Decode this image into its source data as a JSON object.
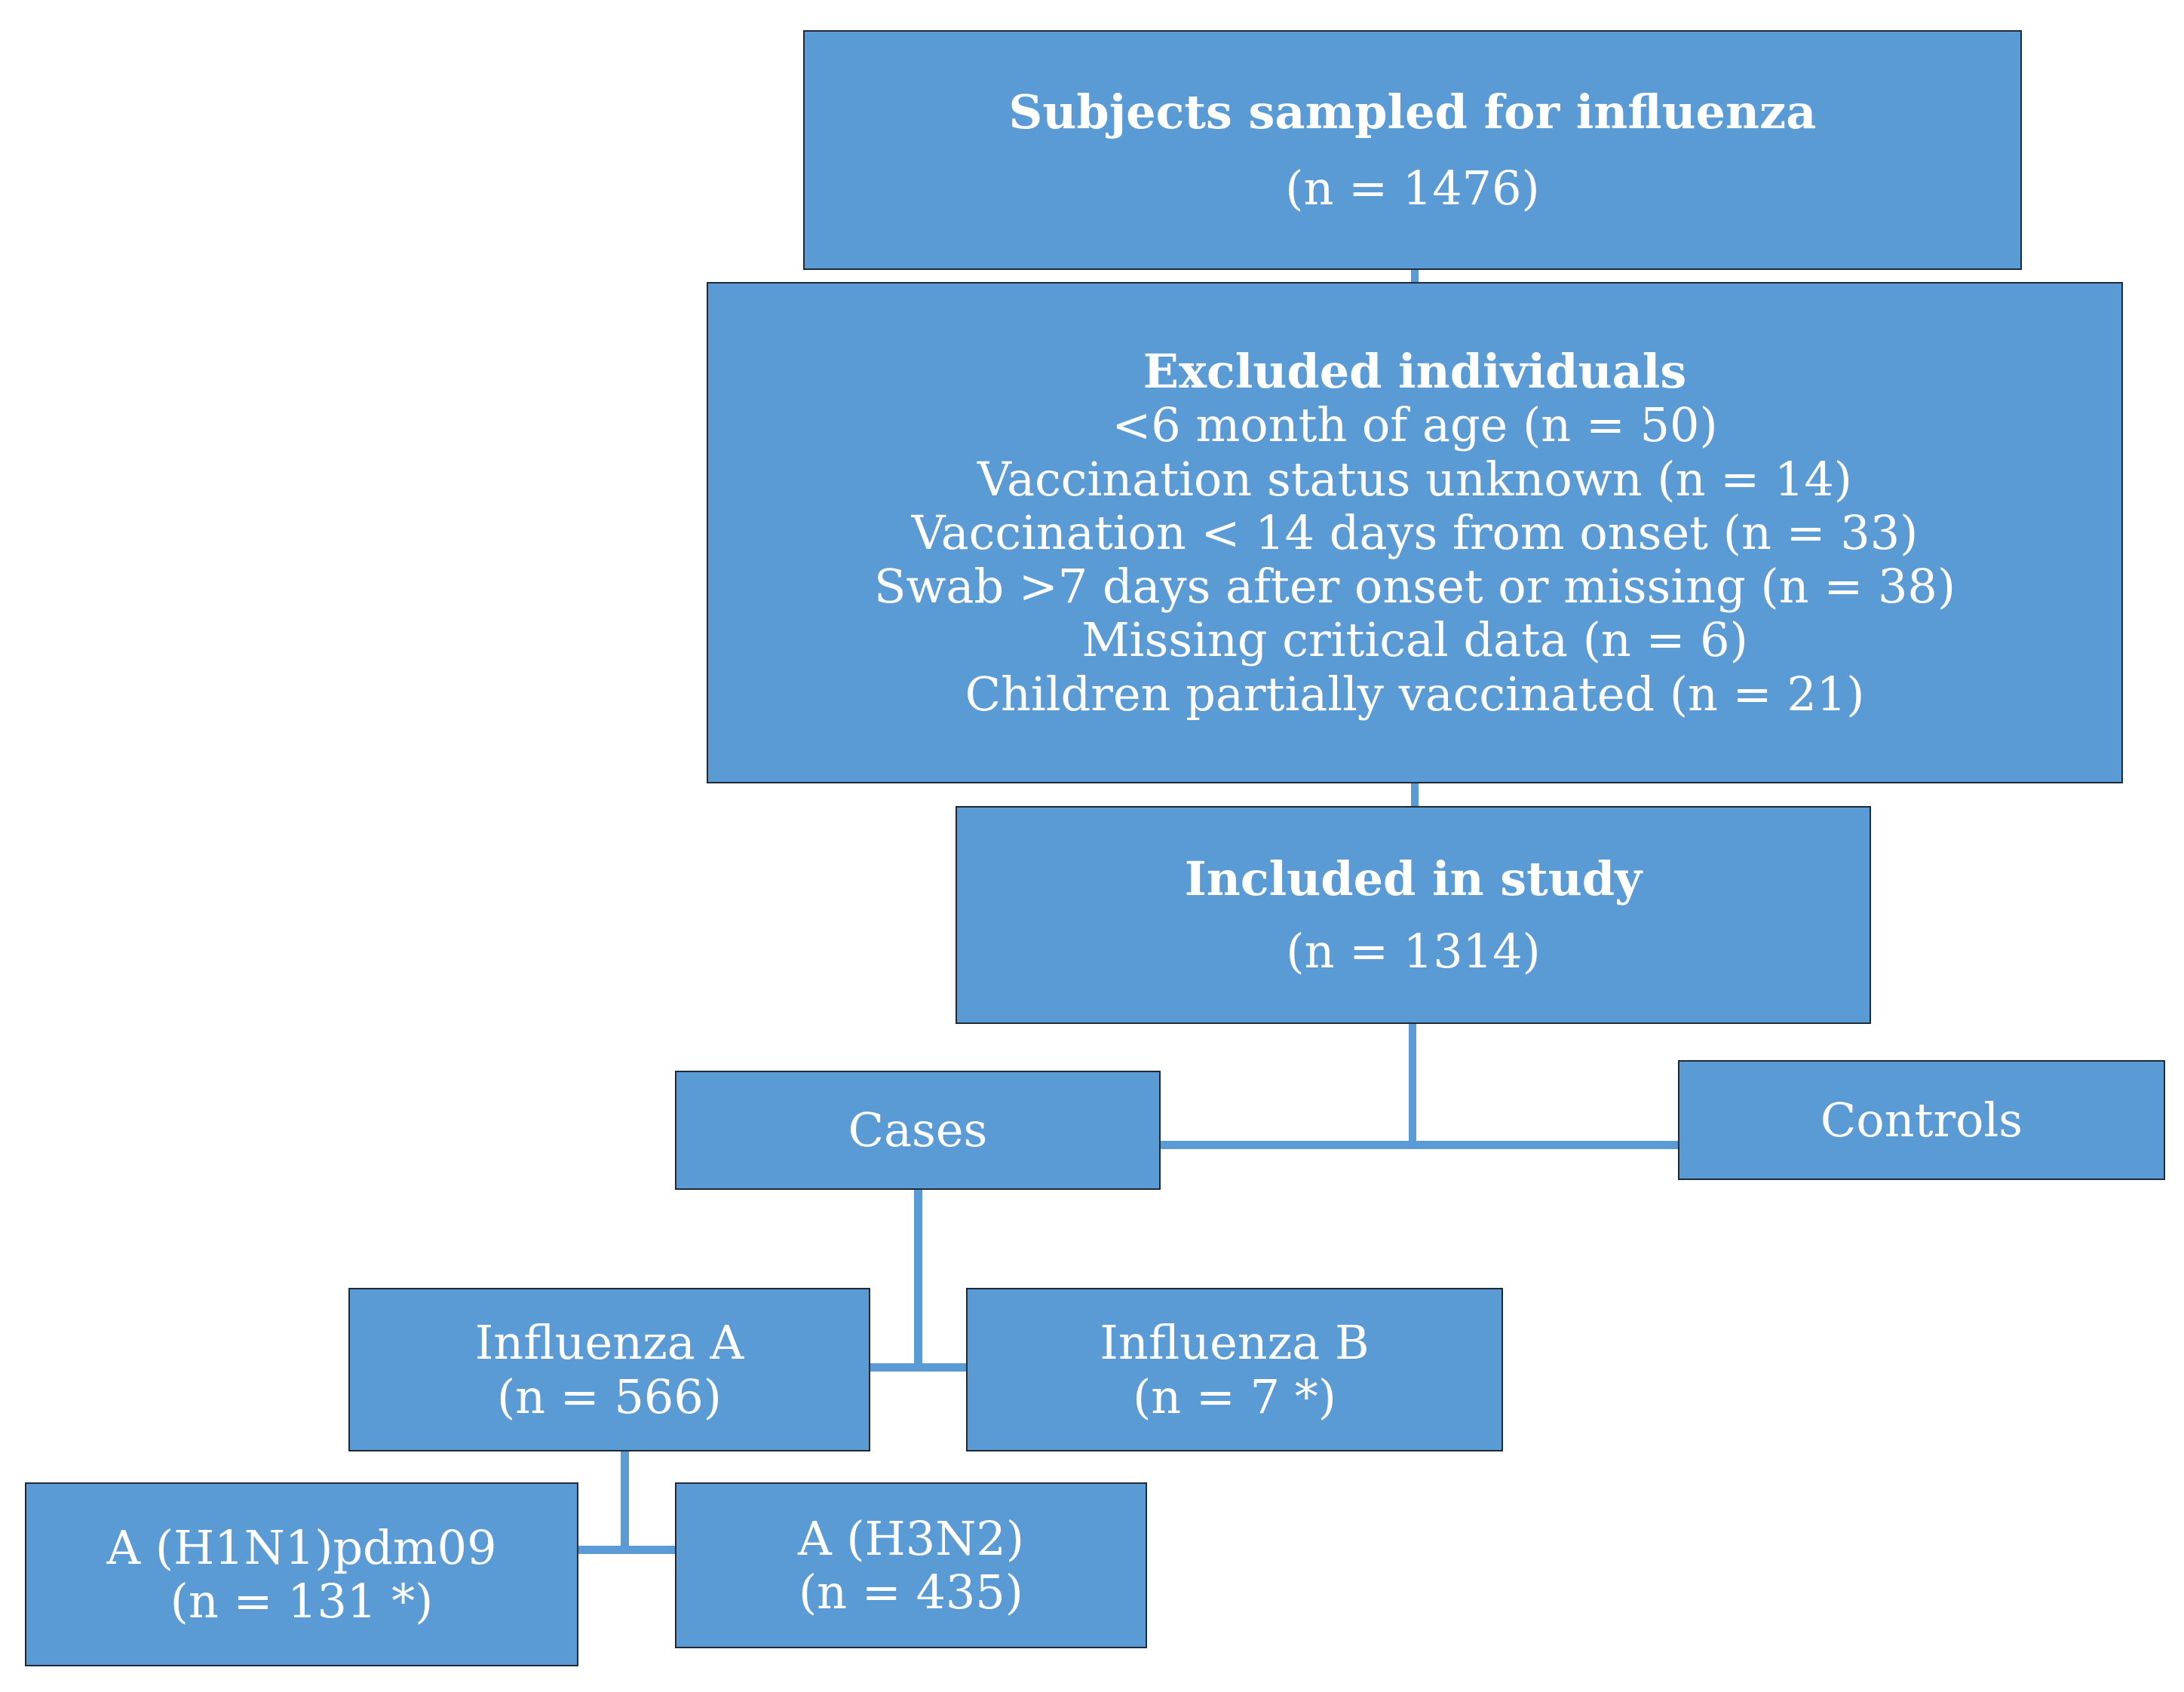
{
  "subjects": {
    "title": "Subjects sampled for influenza",
    "count": "(n = 1476)"
  },
  "excluded": {
    "title": "Excluded individuals",
    "items": [
      "<6 month of age (n = 50)",
      "Vaccination status unknown (n = 14)",
      "Vaccination < 14 days from onset (n = 33)",
      "Swab >7 days after onset or missing (n = 38)",
      "Missing critical data (n = 6)",
      "Children partially vaccinated (n = 21)"
    ]
  },
  "included": {
    "title": "Included in study",
    "count": "(n = 1314)"
  },
  "cases": {
    "label": "Cases"
  },
  "controls": {
    "label": "Controls"
  },
  "flu_a": {
    "label": "Influenza A",
    "count": "(n = 566)"
  },
  "flu_b": {
    "label": "Influenza B",
    "count": "(n = 7 *)"
  },
  "h1n1": {
    "label": "A (H1N1)pdm09",
    "count": "(n = 131 *)"
  },
  "h3n2": {
    "label": "A (H3N2)",
    "count": "(n = 435)"
  },
  "colors": {
    "box_fill": "#5b9bd5",
    "box_border": "#1f2a36",
    "text": "#ffffff"
  }
}
